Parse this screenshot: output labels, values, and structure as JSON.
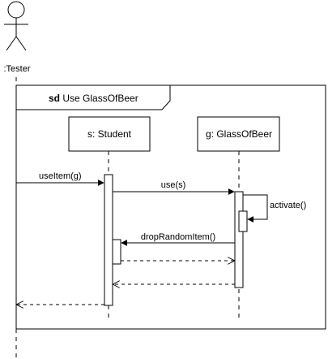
{
  "actor": {
    "label": ":Tester"
  },
  "frame": {
    "keyword": "sd",
    "name": "Use GlassOfBeer"
  },
  "lifelines": [
    {
      "id": "student",
      "label": "s: Student"
    },
    {
      "id": "beer",
      "label": "g: GlassOfBeer"
    }
  ],
  "messages": [
    {
      "id": "useitem",
      "label": "useItem(g)",
      "type": "sync"
    },
    {
      "id": "use",
      "label": "use(s)",
      "type": "sync"
    },
    {
      "id": "activate",
      "label": "activate()",
      "type": "self"
    },
    {
      "id": "dropRandomItem",
      "label": "dropRandomItem()",
      "type": "sync"
    },
    {
      "id": "return-drop",
      "label": "",
      "type": "return"
    },
    {
      "id": "return-use",
      "label": "",
      "type": "return"
    },
    {
      "id": "return-useitem",
      "label": "",
      "type": "return"
    }
  ]
}
